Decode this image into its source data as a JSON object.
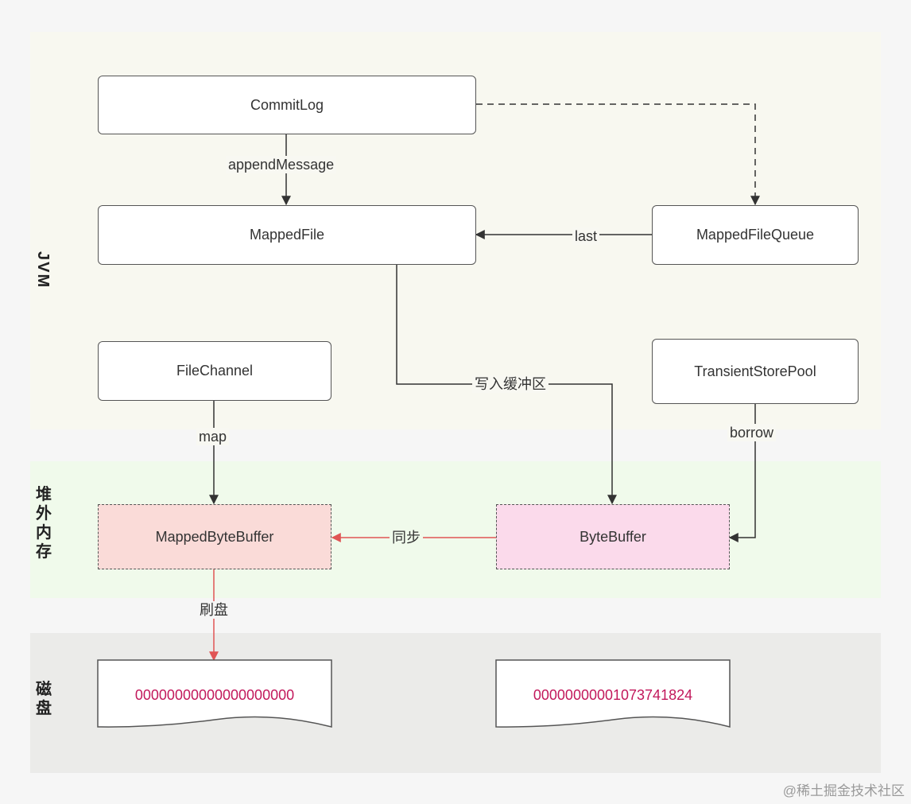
{
  "regions": {
    "jvm": "JVM",
    "offheap": "堆外内存",
    "disk": "磁盘"
  },
  "nodes": {
    "commitlog": "CommitLog",
    "mappedfile": "MappedFile",
    "mappedfilequeue": "MappedFileQueue",
    "filechannel": "FileChannel",
    "transientstorepool": "TransientStorePool",
    "mappedbytebuffer": "MappedByteBuffer",
    "bytebuffer": "ByteBuffer",
    "file1": "00000000000000000000",
    "file2": "00000000001073741824"
  },
  "edges": {
    "append": "appendMessage",
    "last": "last",
    "write_buffer": "写入缓冲区",
    "map": "map",
    "borrow": "borrow",
    "sync": "同步",
    "flush": "刷盘"
  },
  "watermark": "@稀土掘金技术社区",
  "colors": {
    "jvm_bg": "#f8f8f0",
    "offheap_bg": "#f0faeb",
    "disk_bg": "#ebebe9",
    "mappedbytebuffer_fill": "#fadbd8",
    "bytebuffer_fill": "#fbdaeb",
    "red_arrow": "#e05555",
    "file_text": "#c2185b"
  }
}
